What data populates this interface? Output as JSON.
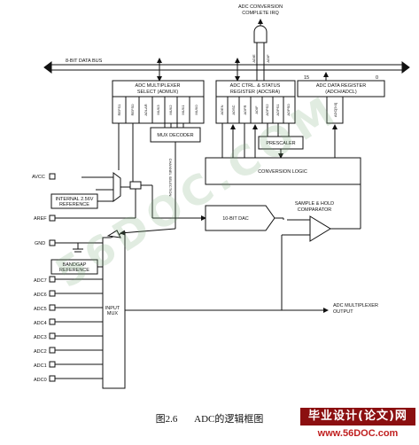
{
  "irq_label": [
    "ADC CONVERSION",
    "COMPLETE IRQ"
  ],
  "data_bus": "8-BIT DATA BUS",
  "mux_select": [
    "ADC MULTIPLEXER",
    "SELECT (ADMUX)"
  ],
  "ctrl_status": [
    "ADC CTRL. & STATUS",
    "REGISTER (ADCSRA)"
  ],
  "data_register": [
    "ADC DATA REGISTER",
    "(ADCH/ADCL)"
  ],
  "data_reg_bits": {
    "high": "15",
    "low": "0"
  },
  "admux_bits": [
    "REFS1",
    "REFS0",
    "ADLAR",
    "MUX3",
    "MUX2",
    "MUX1",
    "MUX0"
  ],
  "adcsra_bits": [
    "ADEN",
    "ADSC",
    "ADFR",
    "ADIF",
    "ADPS2",
    "ADPS1",
    "ADPS0"
  ],
  "irq_inputs": [
    "ADIE",
    "ADIF"
  ],
  "adc_data_bits": "ADC[9:0]",
  "mux_decoder": "MUX DECODER",
  "prescaler": "PRESCALER",
  "conversion_logic": "CONVERSION LOGIC",
  "channel_selection": "CHANNEL SELECTION",
  "avcc": "AVCC",
  "internal_ref": [
    "INTERNAL 2.56V",
    "REFERENCE"
  ],
  "aref": "AREF",
  "dac": "10-BIT DAC",
  "sample_hold": [
    "SAMPLE & HOLD",
    "COMPARATOR"
  ],
  "gnd": "GND",
  "bandgap": [
    "BANDGAP",
    "REFERENCE"
  ],
  "input_mux": [
    "INPUT",
    "MUX"
  ],
  "adc_inputs": [
    "ADC7",
    "ADC6",
    "ADC5",
    "ADC4",
    "ADC3",
    "ADC2",
    "ADC1",
    "ADC0"
  ],
  "mux_output": [
    "ADC MULTIPLEXER",
    "OUTPUT"
  ],
  "caption": {
    "figure": "图2.6",
    "title": "ADC的逻辑框图"
  },
  "brand": {
    "title": "毕业设计(论文)网",
    "url": "www.56DOC.com"
  },
  "watermark": "56DOC.COM",
  "colors": {
    "line": "#111111",
    "brand": "#8b0f10",
    "brand_url": "#c02020"
  }
}
